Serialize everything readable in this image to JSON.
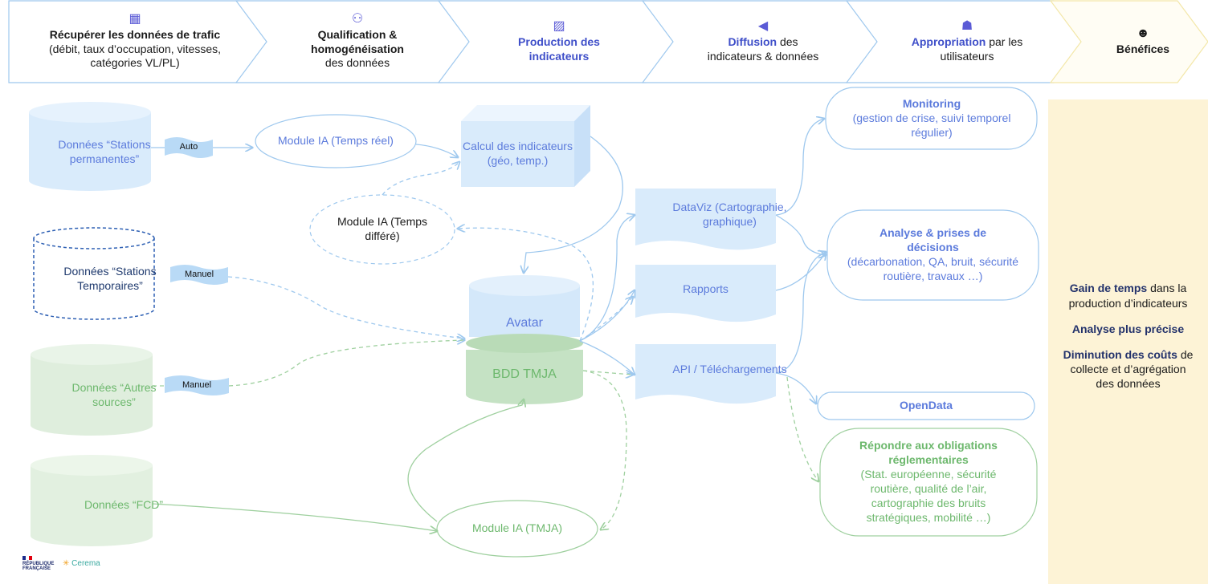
{
  "header": {
    "steps": [
      {
        "icon": "map-icon",
        "glyph": "▦",
        "title": "Récupérer les données de trafic",
        "rest": "(débit, taux d’occupation, vitesses, catégories VL/PL)"
      },
      {
        "icon": "robot-icon",
        "glyph": "⚇",
        "title": "Qualification & homogénéisation",
        "rest": "des données"
      },
      {
        "icon": "chart-icon",
        "glyph": "▨",
        "title": "Production des indicateurs",
        "rest": ""
      },
      {
        "icon": "megaphone-icon",
        "glyph": "◀",
        "title": "Diffusion",
        "rest": "des indicateurs & données"
      },
      {
        "icon": "gift-icon",
        "glyph": "☗",
        "title": "Appropriation",
        "rest": "par les utilisateurs"
      },
      {
        "icon": "smiley-icon",
        "glyph": "☻",
        "title": "Bénéfices",
        "rest": ""
      }
    ]
  },
  "sources": {
    "permanent": "Données “Stations permanentes”",
    "temporary": "Données “Stations Temporaires”",
    "other": "Données “Autres sources”",
    "fcd": "Données “FCD”"
  },
  "flags": {
    "auto": "Auto",
    "manual1": "Manuel",
    "manual2": "Manuel"
  },
  "modules": {
    "realtime": "Module IA (Temps réel)",
    "deferred": "Module IA (Temps différé)",
    "tmja": "Module IA (TMJA)"
  },
  "calc": "Calcul des indicateurs (géo, temp.)",
  "db": {
    "avatar": "Avatar",
    "tmja": "BDD TMJA"
  },
  "outputs": {
    "dataviz": "DataViz (Cartographie, graphique)",
    "rapports": "Rapports",
    "api": "API / Téléchargements"
  },
  "uses": {
    "monitoring_title": "Monitoring",
    "monitoring_detail": "(gestion de crise, suivi temporel régulier)",
    "analyse_title": "Analyse & prises de décisions",
    "analyse_detail": "(décarbonation, QA, bruit, sécurité routière, travaux …)",
    "opendata_title": "OpenData",
    "oblig_title": "Répondre aux obligations réglementaires",
    "oblig_detail": "(Stat. européenne, sécurité routière, qualité de l’air, cartographie des bruits stratégiques, mobilité …)"
  },
  "benefits": {
    "b1_bold": "Gain de temps",
    "b1_rest": "dans la production d’indicateurs",
    "b2_bold": "Analyse plus précise",
    "b3_bold": "Diminution des coûts",
    "b3_rest": "de collecte et d’agrégation des données"
  },
  "logos": {
    "republique": "RÉPUBLIQUE FRANÇAISE",
    "cerema": "Cerema"
  }
}
